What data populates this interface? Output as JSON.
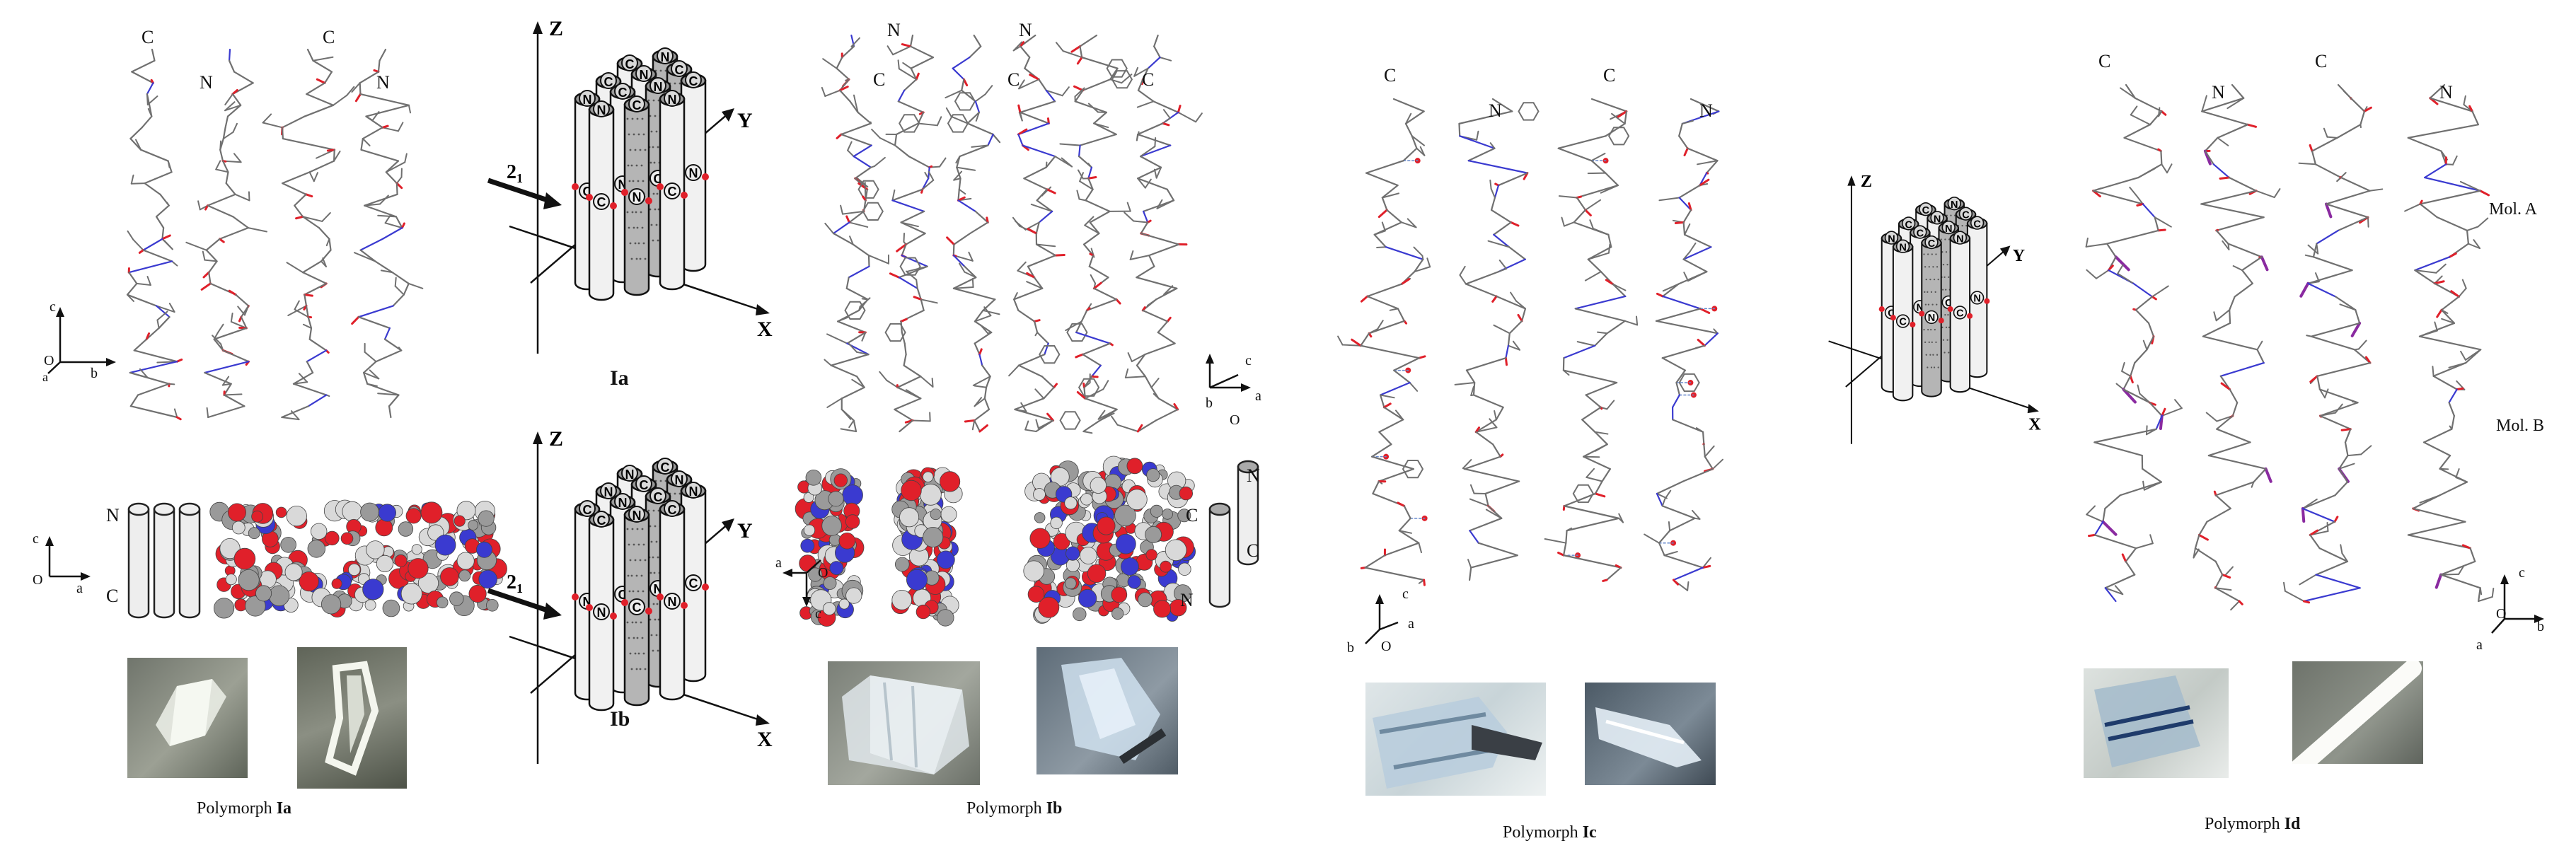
{
  "colors": {
    "oxygen": "#e0202a",
    "nitrogen": "#3a3ad0",
    "carbon": "#707070",
    "highlight": "#8a2aa0",
    "cylinder": "#c9c9c9",
    "photo_bg": "#8a8e86"
  },
  "end_labels": {
    "c": "C",
    "n": "N"
  },
  "axes": {
    "a": "a",
    "b": "b",
    "c": "c",
    "o": "O",
    "x": "X",
    "y": "Y",
    "z": "Z",
    "screw": "2",
    "screw_sub": "1"
  },
  "model_labels": {
    "ia": "Ia",
    "ib": "Ib"
  },
  "molecule_labels": {
    "mol_a": "Mol. A",
    "mol_b": "Mol. B"
  },
  "captions": [
    {
      "prefix": "Polymorph ",
      "id": "Ia"
    },
    {
      "prefix": "Polymorph ",
      "id": "Ib"
    },
    {
      "prefix": "Polymorph ",
      "id": "Ic"
    },
    {
      "prefix": "Polymorph ",
      "id": "Id"
    }
  ],
  "icons": [
    "stick-model-icon",
    "cylinder-packing-icon",
    "space-fill-model-icon",
    "crystal-photo-icon",
    "axis-triad-icon"
  ]
}
